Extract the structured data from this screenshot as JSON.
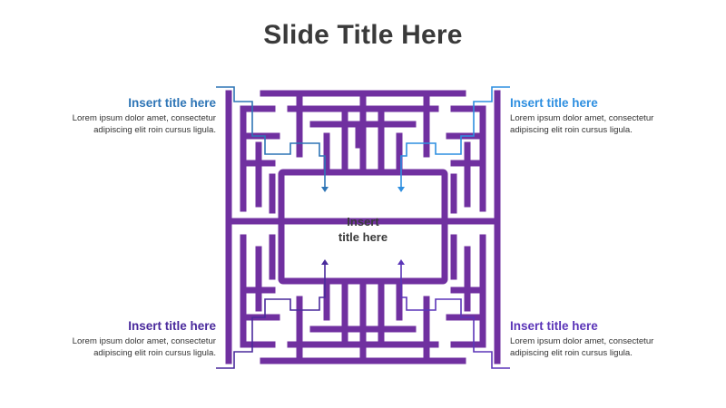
{
  "slide": {
    "title": "Slide Title Here"
  },
  "center": {
    "line1": "Insert",
    "line2": "title here"
  },
  "blocks": {
    "top_left": {
      "title": "Insert title here",
      "line1": "Lorem ipsum dolor amet, consectetur",
      "line2": "adipiscing elit roin cursus ligula."
    },
    "top_right": {
      "title": "Insert title here",
      "line1": "Lorem ipsum dolor amet, consectetur",
      "line2": "adipiscing elit roin cursus ligula."
    },
    "bottom_left": {
      "title": "Insert title here",
      "line1": "Lorem ipsum dolor amet, consectetur",
      "line2": "adipiscing elit roin cursus ligula."
    },
    "bottom_right": {
      "title": "Insert title here",
      "line1": "Lorem ipsum dolor amet, consectetur",
      "line2": "adipiscing elit roin cursus ligula."
    }
  },
  "colors": {
    "maze": "#7030a0",
    "path_top_left": "#2e75b6",
    "path_top_right": "#2e8fe0",
    "path_bottom_left": "#4a2a9c",
    "path_bottom_right": "#5b35b8",
    "title_text": "#3a3a3a"
  }
}
